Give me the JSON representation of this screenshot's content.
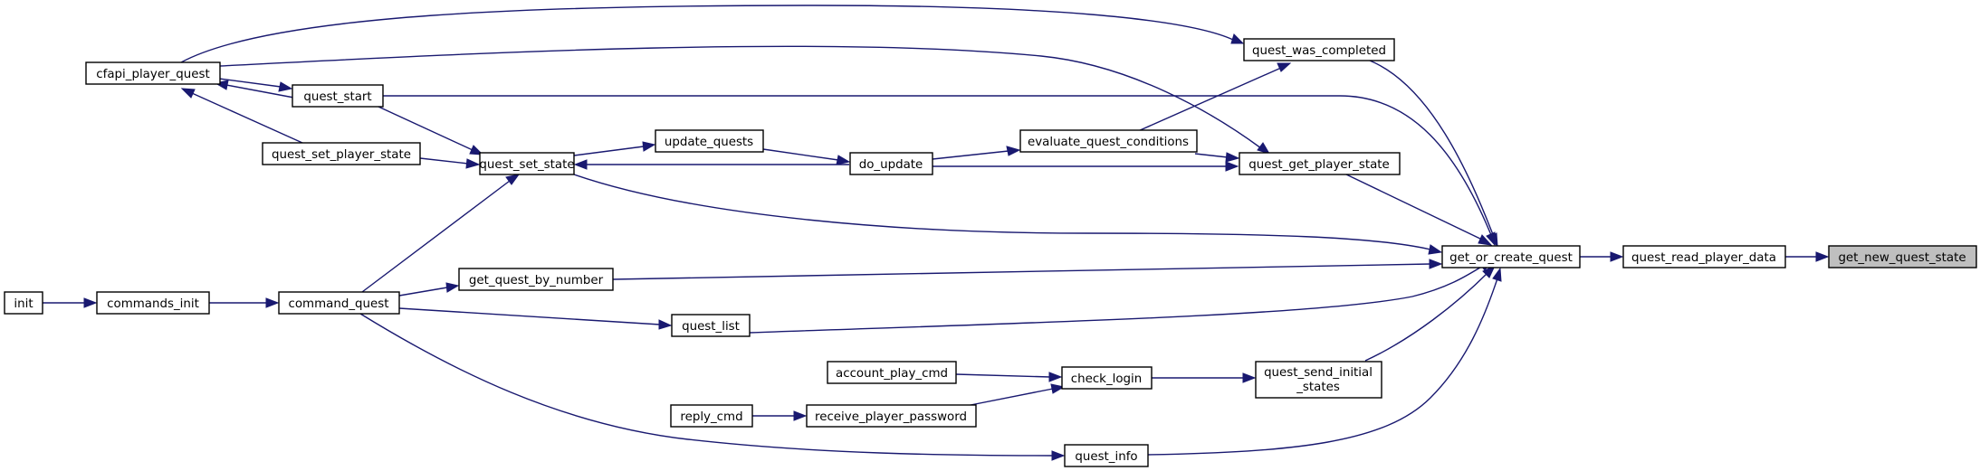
{
  "graph": {
    "colors": {
      "edge": "#191970",
      "node_fill": "#ffffff",
      "focus_fill": "#bfbfbf",
      "border": "#000000"
    },
    "focus_node": "get_new_quest_state",
    "nodes": {
      "get_new_quest_state": "get_new_quest_state",
      "quest_read_player_data": "quest_read_player_data",
      "get_or_create_quest": "get_or_create_quest",
      "quest_was_completed": "quest_was_completed",
      "quest_get_player_state": "quest_get_player_state",
      "evaluate_quest_conditions": "evaluate_quest_conditions",
      "do_update": "do_update",
      "update_quests": "update_quests",
      "quest_set_state": "quest_set_state",
      "quest_set_player_state": "quest_set_player_state",
      "quest_start": "quest_start",
      "cfapi_player_quest": "cfapi_player_quest",
      "command_quest": "command_quest",
      "commands_init": "commands_init",
      "init": "init",
      "get_quest_by_number": "get_quest_by_number",
      "quest_list": "quest_list",
      "quest_send_initial_states_line1": "quest_send_initial",
      "quest_send_initial_states_line2": "_states",
      "check_login": "check_login",
      "account_play_cmd": "account_play_cmd",
      "receive_player_password": "receive_player_password",
      "reply_cmd": "reply_cmd",
      "quest_info": "quest_info"
    }
  }
}
